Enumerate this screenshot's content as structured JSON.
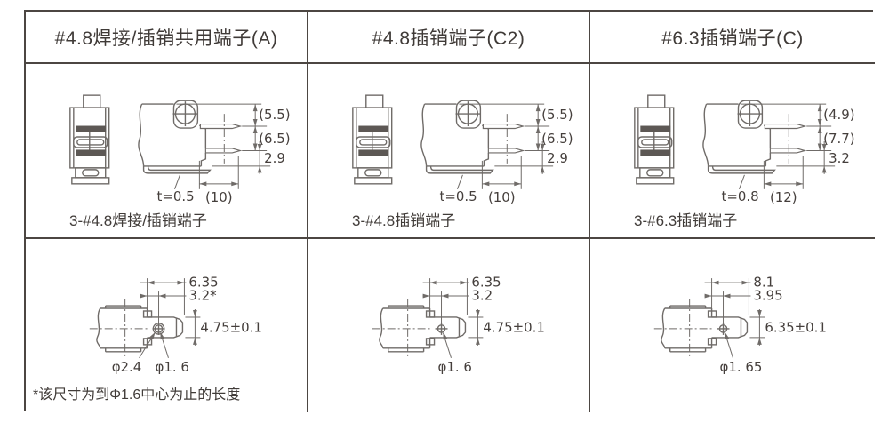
{
  "page": {
    "background": "#ffffff",
    "border_color": "#4c4642",
    "line_color": "#6f6b68",
    "text_color": "#413c39"
  },
  "columns": [
    {
      "header": "#4.8焊接/插销共用端子(A)",
      "upper": {
        "dim_top": "(5.5)",
        "dim_mid": "(6.5)",
        "dim_lower_right": "2.9",
        "thickness": "t=0.5",
        "dim_bottom": "(10)",
        "caption": "3-#4.8焊接/插销端子"
      },
      "lower": {
        "dim_len": "6.35",
        "dim_to_center": "3.2*",
        "dim_height": "4.75±0.1",
        "has_outer_hole": true,
        "hole_outer": "φ2.4",
        "hole_inner": "φ1. 6",
        "footnote": "*该尺寸为到Φ1.6中心为止的长度"
      }
    },
    {
      "header": "#4.8插销端子(C2)",
      "upper": {
        "dim_top": "(5.5)",
        "dim_mid": "(6.5)",
        "dim_lower_right": "2.9",
        "thickness": "t=0.5",
        "dim_bottom": "(10)",
        "caption": "3-#4.8插销端子"
      },
      "lower": {
        "dim_len": "6.35",
        "dim_to_center": "3.2",
        "dim_height": "4.75±0.1",
        "has_outer_hole": false,
        "hole_inner": "φ1. 6"
      }
    },
    {
      "header": "#6.3插销端子(C)",
      "upper": {
        "dim_top": "(4.9)",
        "dim_mid": "(7.7)",
        "dim_lower_right": "3.2",
        "thickness": "t=0.8",
        "dim_bottom": "(12)",
        "caption": "3-#6.3插销端子"
      },
      "lower": {
        "dim_len": "8.1",
        "dim_to_center": "3.95",
        "dim_height": "6.35±0.1",
        "has_outer_hole": false,
        "hole_inner": "φ1. 65"
      }
    }
  ]
}
